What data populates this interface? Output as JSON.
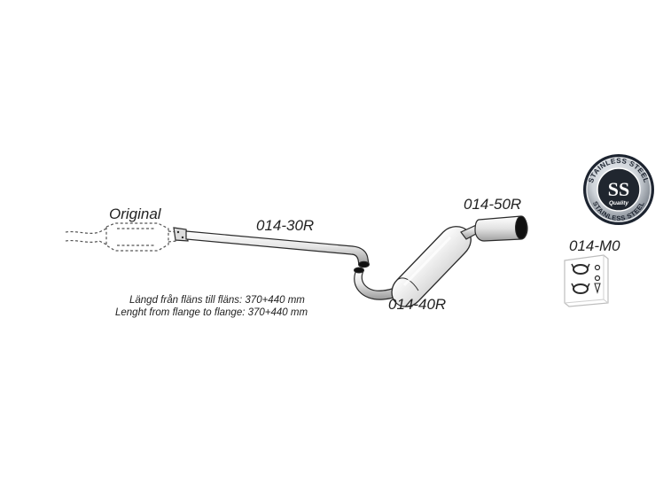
{
  "labels": {
    "original": "Original",
    "front_pipe": "014-30R",
    "middle_silencer": "014-40R",
    "rear_silencer": "014-50R",
    "mounting_kit": "014-M0"
  },
  "notes": {
    "length_sv": "Längd från fläns till fläns: 370+440 mm",
    "length_en": "Lenght from flange to flange: 370+440 mm"
  },
  "badge": {
    "text_top": "STAINLESS STEEL",
    "monogram": "SS",
    "text_mid": "Quality",
    "text_bottom": "STAINLESS STEEL"
  },
  "colors": {
    "outline": "#2a2a2a",
    "metal_light": "#f4f4f4",
    "metal_mid": "#c8c8c8",
    "metal_dark": "#8a8a8a",
    "badge_dark": "#1d2430",
    "badge_silver": "#dfe3e8"
  }
}
